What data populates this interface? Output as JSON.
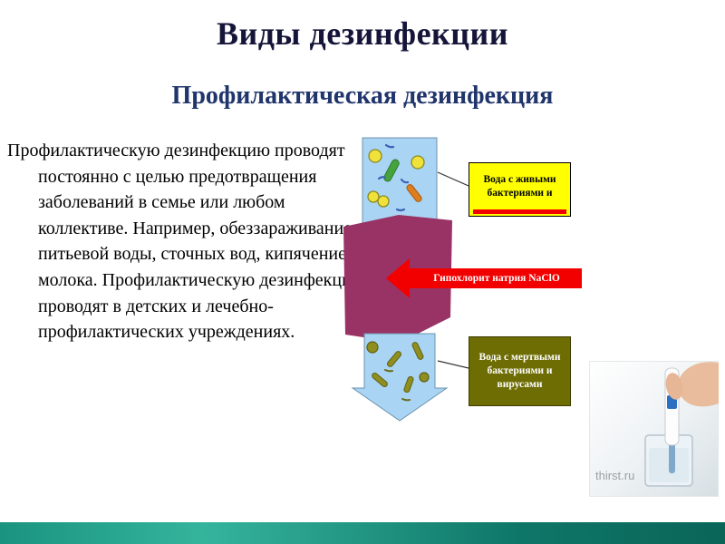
{
  "slide": {
    "title": "Виды дезинфекции",
    "subtitle": "Профилактическая дезинфекция",
    "body": "Профилактическую дезинфекцию проводят постоянно с целью предотвращения заболеваний в семье или любом коллективе. Например, обеззараживание питьевой воды, сточных вод, кипячение молока. Профилактическую дезинфекцию проводят в детских и лечебно-профилактических учреждениях."
  },
  "diagram": {
    "labels": {
      "top_water": "Вода с живыми бактериями и",
      "reagent": "Гипохлорит натрия NaClO",
      "bottom_water": "Вода с мертвыми бактериями и вирусами"
    },
    "colors": {
      "water_column": "#a9d4f3",
      "reagent_band": "#993366",
      "reagent_arrow": "#f20000",
      "top_label_bg": "#ffff00",
      "bottom_label_bg": "#6d6d04"
    }
  },
  "photo": {
    "watermark": "thirst.ru"
  }
}
